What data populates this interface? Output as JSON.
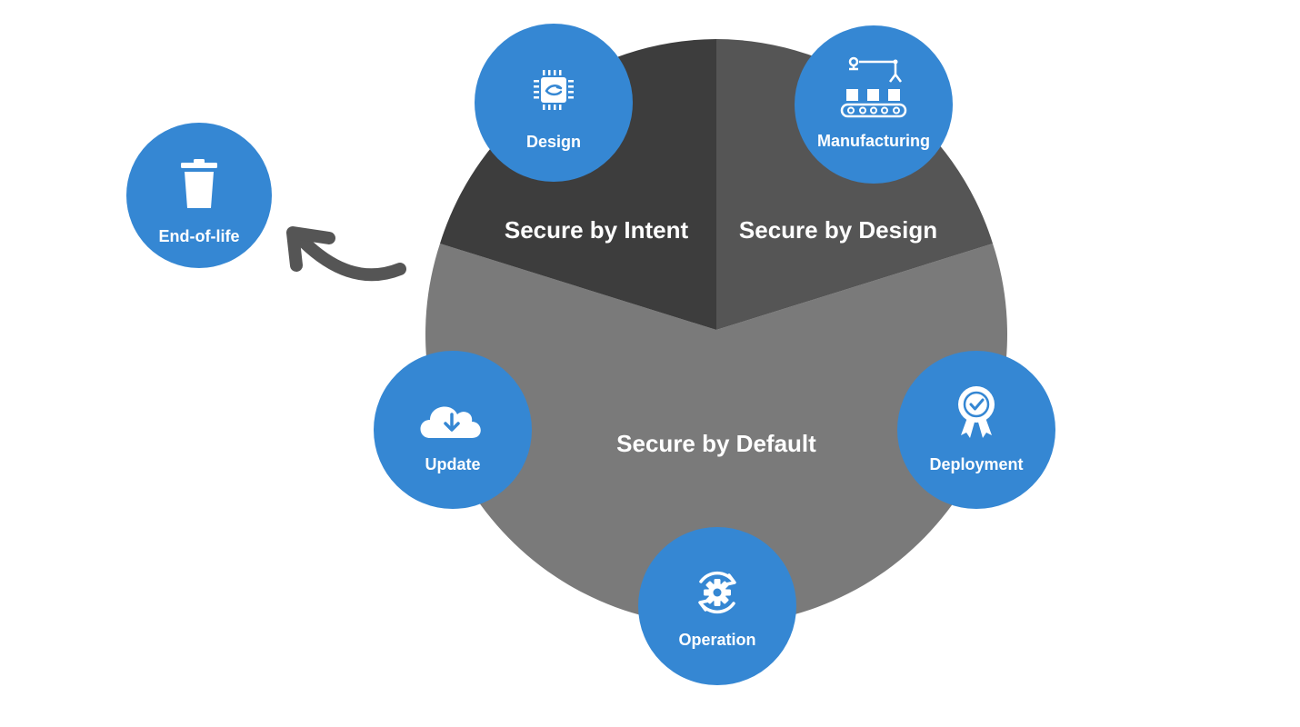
{
  "colors": {
    "node_fill": "#3587d3",
    "intent_sector": "#3d3d3d",
    "design_sector": "#555555",
    "default_sector": "#7a7a7a",
    "arrow": "#555555",
    "text": "#ffffff"
  },
  "sectors": {
    "intent": "Secure by Intent",
    "design": "Secure by Design",
    "default": "Secure by Default"
  },
  "stages": {
    "design": {
      "label": "Design",
      "icon": "chip-icon"
    },
    "manufacturing": {
      "label": "Manufacturing",
      "icon": "conveyor-robot-icon"
    },
    "deployment": {
      "label": "Deployment",
      "icon": "award-badge-icon"
    },
    "operation": {
      "label": "Operation",
      "icon": "gear-cycle-icon"
    },
    "update": {
      "label": "Update",
      "icon": "cloud-download-icon"
    },
    "end_of_life": {
      "label": "End-of-life",
      "icon": "trash-icon"
    }
  }
}
